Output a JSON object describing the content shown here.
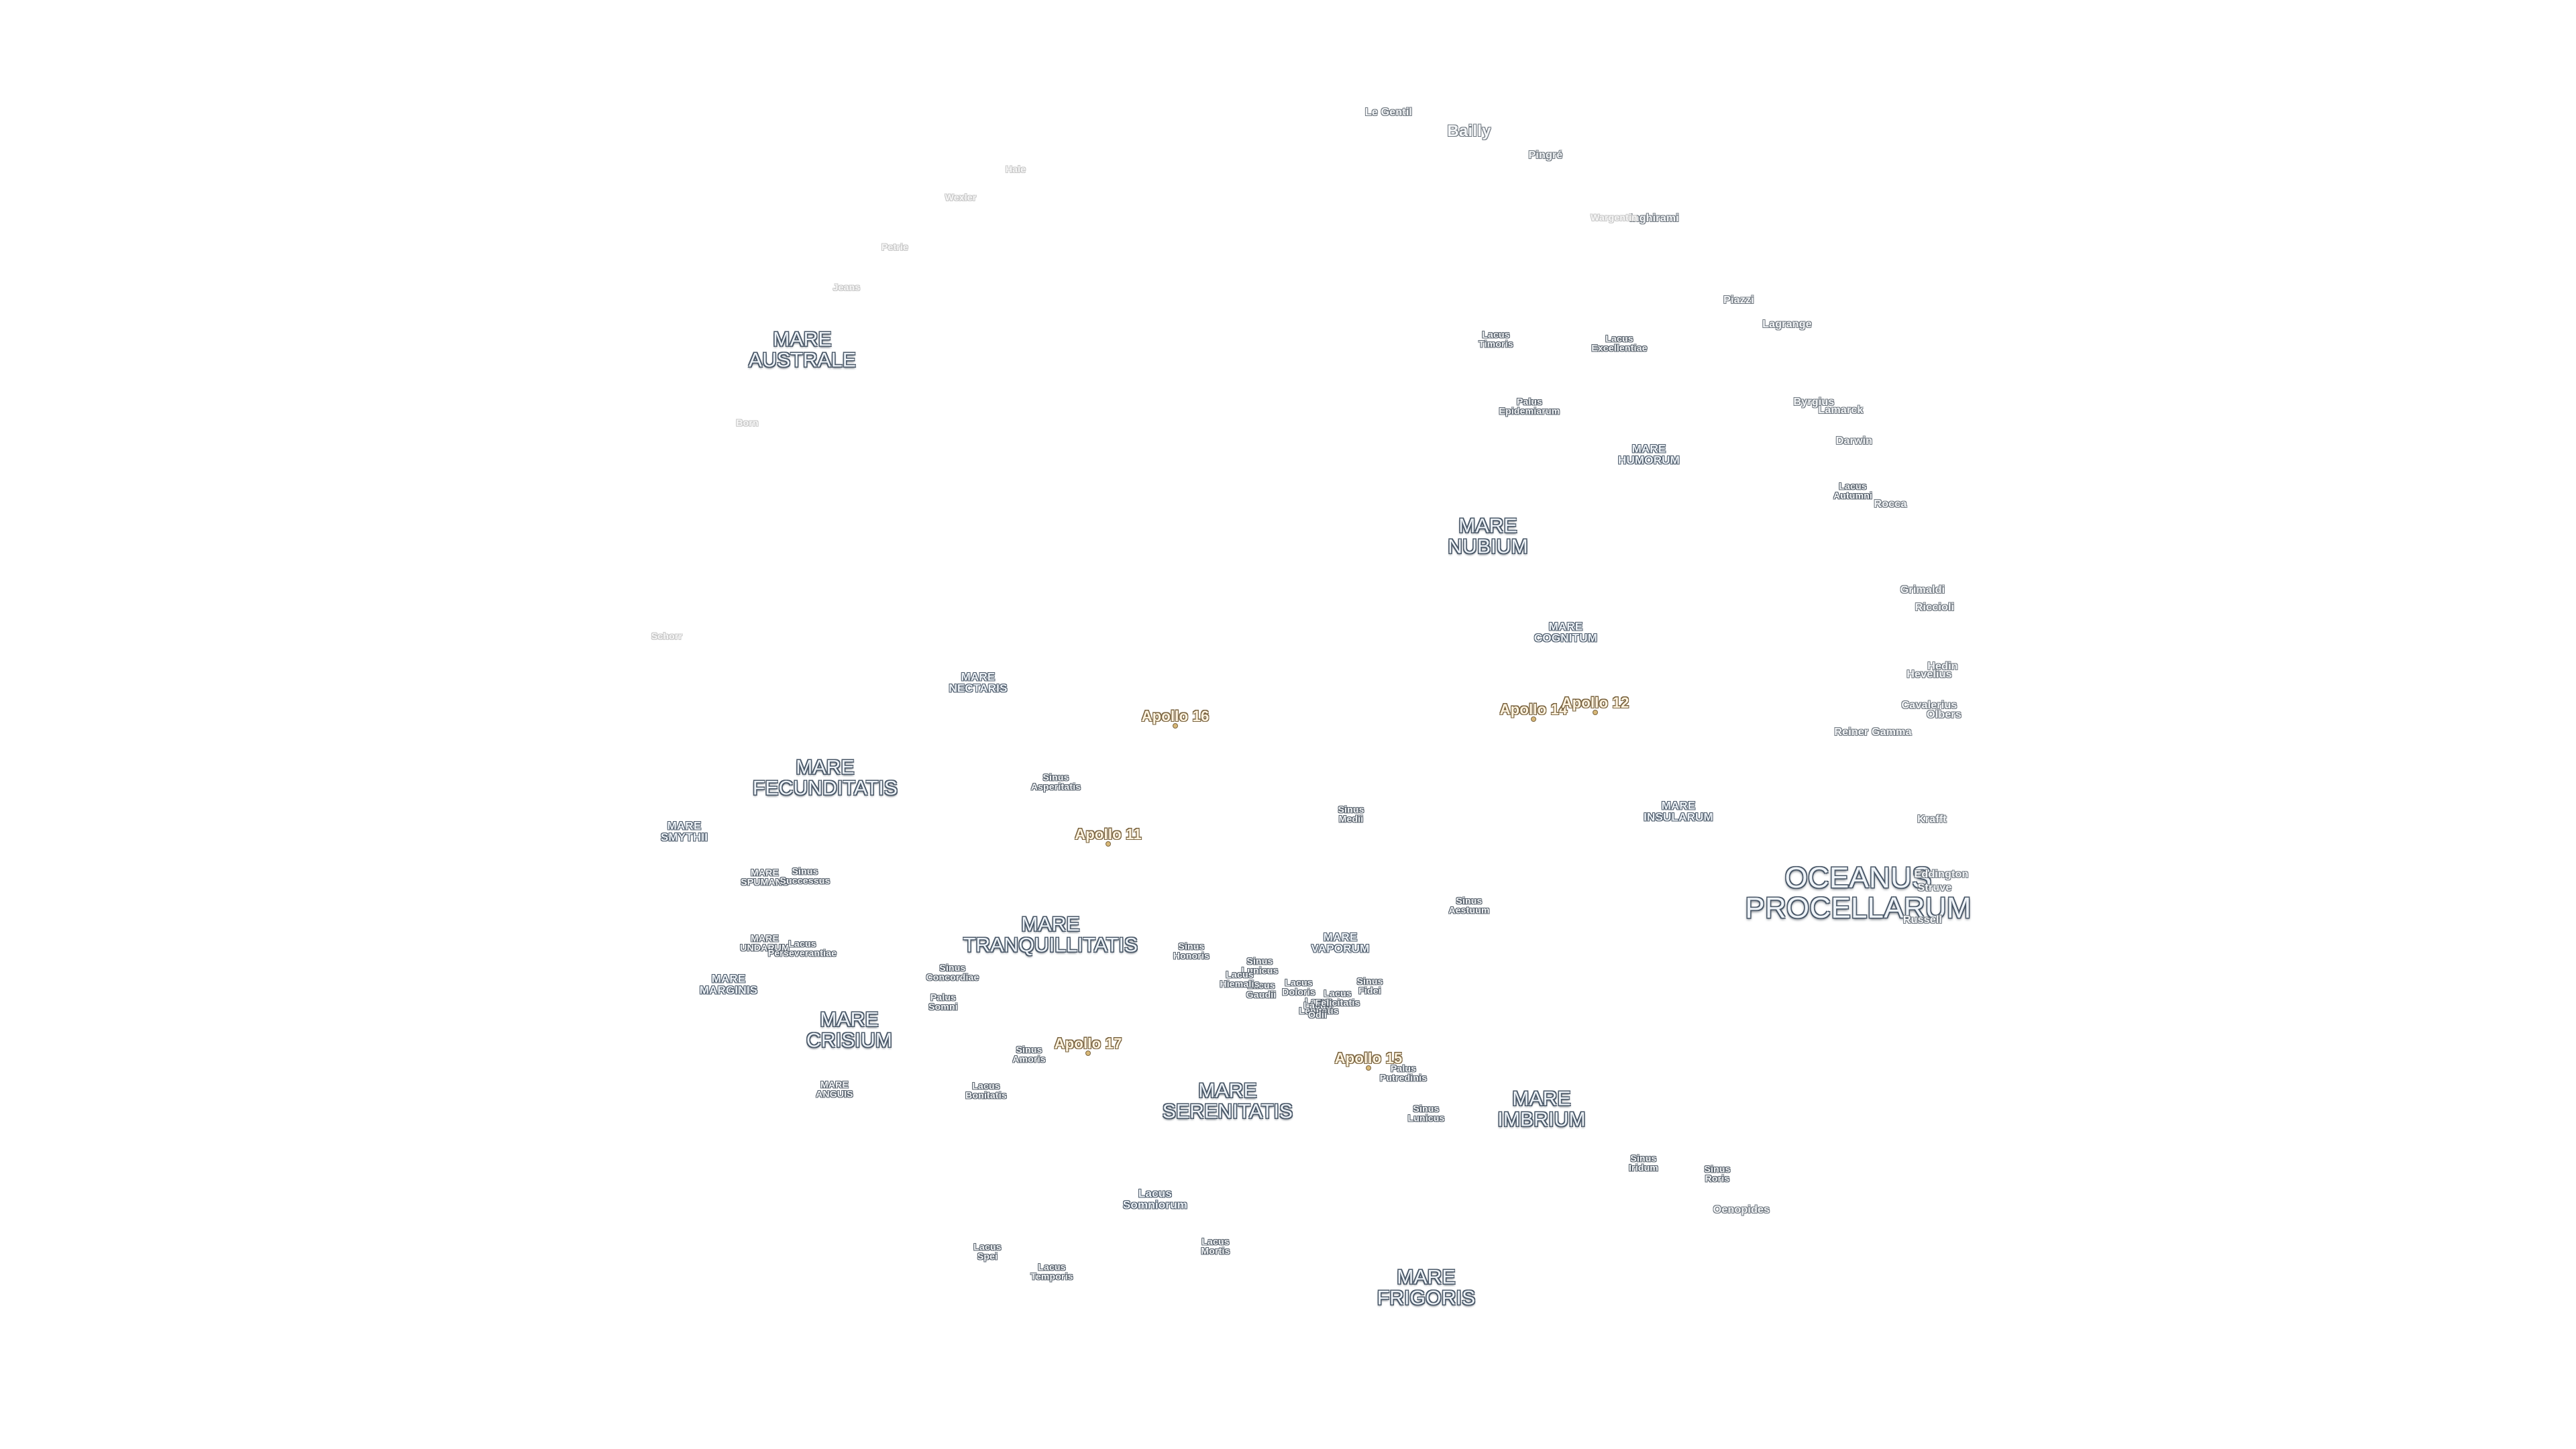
{
  "colors": {
    "background": "#ffffff",
    "label_fill": "#eef3f8",
    "label_outline": "#4a5868",
    "apollo_fill": "#fff4e0",
    "apollo_outline": "#7a6440"
  },
  "labels": [
    {
      "id": "oceanus-procellarum",
      "text": "OCEANUS\nPROCELLARUM",
      "kind": "ocean"
    },
    {
      "id": "mare-australe",
      "text": "MARE\nAUSTRALE",
      "kind": "mare"
    },
    {
      "id": "mare-nubium",
      "text": "MARE\nNUBIUM",
      "kind": "mare"
    },
    {
      "id": "mare-humorum",
      "text": "MARE\nHUMORUM",
      "kind": "mare-sm"
    },
    {
      "id": "mare-cognitum",
      "text": "MARE\nCOGNITUM",
      "kind": "mare-sm"
    },
    {
      "id": "mare-nectaris",
      "text": "MARE\nNECTARIS",
      "kind": "mare-sm"
    },
    {
      "id": "mare-fecunditatis",
      "text": "MARE\nFECUNDITATIS",
      "kind": "mare"
    },
    {
      "id": "mare-smythii",
      "text": "MARE\nSMYTHII",
      "kind": "mare-sm"
    },
    {
      "id": "mare-insularum",
      "text": "MARE\nINSULARUM",
      "kind": "mare-sm"
    },
    {
      "id": "mare-tranquillitatis",
      "text": "MARE\nTRANQUILLITATIS",
      "kind": "mare"
    },
    {
      "id": "mare-vaporum",
      "text": "MARE\nVAPORUM",
      "kind": "mare-sm"
    },
    {
      "id": "mare-spumans",
      "text": "MARE\nSPUMANS",
      "kind": "feature"
    },
    {
      "id": "mare-undarum",
      "text": "MARE\nUNDARUM",
      "kind": "feature"
    },
    {
      "id": "mare-marginis",
      "text": "MARE\nMARGINIS",
      "kind": "mare-sm"
    },
    {
      "id": "mare-crisium",
      "text": "MARE\nCRISIUM",
      "kind": "mare"
    },
    {
      "id": "mare-anguis",
      "text": "MARE\nANGUIS",
      "kind": "feature"
    },
    {
      "id": "mare-serenitatis",
      "text": "MARE\nSERENITATIS",
      "kind": "mare"
    },
    {
      "id": "mare-imbrium",
      "text": "MARE\nIMBRIUM",
      "kind": "mare"
    },
    {
      "id": "mare-frigoris",
      "text": "MARE\nFRIGORIS",
      "kind": "mare"
    },
    {
      "id": "lacus-timoris",
      "text": "Lacus\nTimoris",
      "kind": "feature"
    },
    {
      "id": "lacus-excellentiae",
      "text": "Lacus\nExcellentiae",
      "kind": "feature"
    },
    {
      "id": "palus-epidemiarum",
      "text": "Palus\nEpidemiarum",
      "kind": "feature"
    },
    {
      "id": "lacus-autumni",
      "text": "Lacus\nAutumni",
      "kind": "feature"
    },
    {
      "id": "sinus-asperitatis",
      "text": "Sinus\nAsperitatis",
      "kind": "feature"
    },
    {
      "id": "sinus-medii",
      "text": "Sinus\nMedii",
      "kind": "feature"
    },
    {
      "id": "sinus-aestuum",
      "text": "Sinus\nAestuum",
      "kind": "feature"
    },
    {
      "id": "sinus-successus",
      "text": "Sinus\nSuccessus",
      "kind": "feature"
    },
    {
      "id": "lacus-perseverantiae",
      "text": "Lacus\nPerseverantiae",
      "kind": "feature"
    },
    {
      "id": "sinus-concordiae",
      "text": "Sinus\nConcordiae",
      "kind": "feature"
    },
    {
      "id": "palus-somni",
      "text": "Palus\nSomni",
      "kind": "feature"
    },
    {
      "id": "sinus-honoris",
      "text": "Sinus\nHonoris",
      "kind": "feature"
    },
    {
      "id": "sinus-lunicus",
      "text": "Sinus\nLunicus",
      "kind": "feature"
    },
    {
      "id": "lacus-doloris",
      "text": "Lacus\nDoloris",
      "kind": "feature"
    },
    {
      "id": "lacus-gaudii",
      "text": "Lacus\nGaudii",
      "kind": "feature"
    },
    {
      "id": "lacus-hiemalis",
      "text": "Lacus\nHiemalis",
      "kind": "feature"
    },
    {
      "id": "lacus-lenitatis",
      "text": "Lacus\nLenitatis",
      "kind": "feature"
    },
    {
      "id": "lacus-odii",
      "text": "Lacus\nOdii",
      "kind": "feature"
    },
    {
      "id": "sinus-fidei",
      "text": "Sinus\nFidei",
      "kind": "feature"
    },
    {
      "id": "lacus-felicitatis",
      "text": "Lacus\nFelicitatis",
      "kind": "feature"
    },
    {
      "id": "sinus-amoris",
      "text": "Sinus\nAmoris",
      "kind": "feature"
    },
    {
      "id": "lacus-bonitatis",
      "text": "Lacus\nBonitatis",
      "kind": "feature"
    },
    {
      "id": "palus-putredinis",
      "text": "Palus\nPutredinis",
      "kind": "feature"
    },
    {
      "id": "sinus-lunicus-2",
      "text": "Sinus\nLunicus",
      "kind": "feature"
    },
    {
      "id": "sinus-iridum",
      "text": "Sinus\nIridum",
      "kind": "feature"
    },
    {
      "id": "sinus-roris",
      "text": "Sinus\nRoris",
      "kind": "feature"
    },
    {
      "id": "lacus-somniorum",
      "text": "Lacus\nSomniorum",
      "kind": "mare-sm"
    },
    {
      "id": "lacus-mortis",
      "text": "Lacus\nMortis",
      "kind": "feature"
    },
    {
      "id": "lacus-spei",
      "text": "Lacus\nSpei",
      "kind": "feature"
    },
    {
      "id": "lacus-temporis",
      "text": "Lacus\nTemporis",
      "kind": "feature"
    },
    {
      "id": "crater-le-gentil",
      "text": "Le Gentil",
      "kind": "crater"
    },
    {
      "id": "crater-bailly",
      "text": "Bailly",
      "kind": "crater-lg"
    },
    {
      "id": "crater-pingre",
      "text": "Pingré",
      "kind": "crater"
    },
    {
      "id": "crater-inghirami",
      "text": "Inghirami",
      "kind": "crater"
    },
    {
      "id": "crater-wargentin",
      "text": "Wargentin",
      "kind": "crater-faint"
    },
    {
      "id": "crater-piazzi",
      "text": "Piazzi",
      "kind": "crater"
    },
    {
      "id": "crater-lagrange",
      "text": "Lagrange",
      "kind": "crater"
    },
    {
      "id": "crater-byrgius",
      "text": "Byrgius",
      "kind": "crater"
    },
    {
      "id": "crater-lamarck",
      "text": "Lamarck",
      "kind": "crater"
    },
    {
      "id": "crater-darwin",
      "text": "Darwin",
      "kind": "crater"
    },
    {
      "id": "crater-rocca",
      "text": "Rocca",
      "kind": "crater"
    },
    {
      "id": "crater-grimaldi",
      "text": "Grimaldi",
      "kind": "crater"
    },
    {
      "id": "crater-riccioli",
      "text": "Riccioli",
      "kind": "crater"
    },
    {
      "id": "crater-hedin",
      "text": "Hedin",
      "kind": "crater"
    },
    {
      "id": "crater-hevelius",
      "text": "Hevelius",
      "kind": "crater"
    },
    {
      "id": "crater-cavalerius",
      "text": "Cavalerius",
      "kind": "crater"
    },
    {
      "id": "crater-olbers",
      "text": "Olbers",
      "kind": "crater"
    },
    {
      "id": "crater-reiner-gamma",
      "text": "Reiner Gamma",
      "kind": "crater"
    },
    {
      "id": "crater-krafft",
      "text": "Krafft",
      "kind": "crater"
    },
    {
      "id": "crater-eddington",
      "text": "Eddington",
      "kind": "crater"
    },
    {
      "id": "crater-struve",
      "text": "Struve",
      "kind": "crater"
    },
    {
      "id": "crater-russell",
      "text": "Russell",
      "kind": "crater"
    },
    {
      "id": "crater-oenopides",
      "text": "Oenopides",
      "kind": "crater"
    },
    {
      "id": "crater-hale",
      "text": "Hale",
      "kind": "crater-faint"
    },
    {
      "id": "crater-wexler",
      "text": "Wexler",
      "kind": "crater-faint"
    },
    {
      "id": "crater-petrie",
      "text": "Petrie",
      "kind": "crater-faint"
    },
    {
      "id": "crater-jeans",
      "text": "Jeans",
      "kind": "crater-faint"
    },
    {
      "id": "crater-born",
      "text": "Born",
      "kind": "crater-faint"
    },
    {
      "id": "crater-schorr",
      "text": "Schorr",
      "kind": "crater-faint"
    }
  ],
  "apollo_sites": [
    {
      "id": "apollo-16",
      "text": "Apollo 16"
    },
    {
      "id": "apollo-14",
      "text": "Apollo 14"
    },
    {
      "id": "apollo-12",
      "text": "Apollo 12"
    },
    {
      "id": "apollo-11",
      "text": "Apollo 11"
    },
    {
      "id": "apollo-17",
      "text": "Apollo 17"
    },
    {
      "id": "apollo-15",
      "text": "Apollo 15"
    }
  ]
}
